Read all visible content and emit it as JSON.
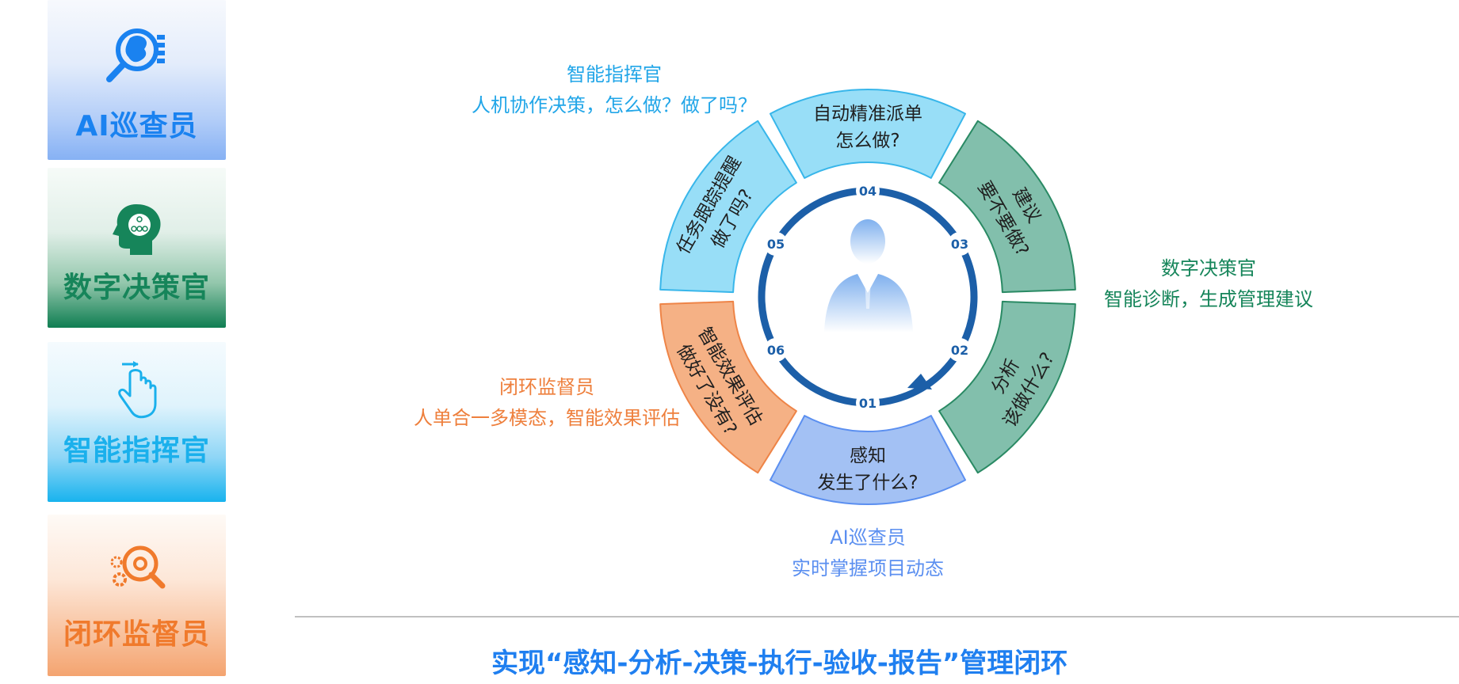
{
  "cards": {
    "ai": {
      "title": "AI巡查员",
      "color": "#1a82f0"
    },
    "decision": {
      "title": "数字决策官",
      "color": "#16855a"
    },
    "commander": {
      "title": "智能指挥官",
      "color": "#1ab0ec"
    },
    "loop": {
      "title": "闭环监督员",
      "color": "#f07a2c"
    }
  },
  "outer_labels": {
    "commander": {
      "line1": "智能指挥官",
      "line2": "人机协作决策，怎么做？做了吗？"
    },
    "decision": {
      "line1": "数字决策官",
      "line2": "智能诊断，生成管理建议"
    },
    "loop": {
      "line1": "闭环监督员",
      "line2": "人单合一多模态，智能效果评估"
    },
    "ai": {
      "line1": "AI巡查员",
      "line2": "实时掌握项目动态"
    }
  },
  "segments": [
    {
      "num": "01",
      "line1": "感知",
      "line2": "发生了什么?",
      "fill": "#a3c1f4",
      "stroke": "#5b8ff0"
    },
    {
      "num": "02",
      "line1": "分析",
      "line2": "该做什么?",
      "fill": "#82bfac",
      "stroke": "#2a8a64"
    },
    {
      "num": "03",
      "line1": "建议",
      "line2": "要不要做?",
      "fill": "#82bfac",
      "stroke": "#2a8a64"
    },
    {
      "num": "04",
      "line1": "自动精准派单",
      "line2": "怎么做?",
      "fill": "#98def7",
      "stroke": "#38b6ea"
    },
    {
      "num": "05",
      "line1": "任务跟踪提醒",
      "line2": "做了吗?",
      "fill": "#98def7",
      "stroke": "#38b6ea"
    },
    {
      "num": "06",
      "line1": "智能效果评估",
      "line2": "做好了没有?",
      "fill": "#f5b185",
      "stroke": "#ee8447"
    }
  ],
  "colors": {
    "ring_blue": "#1c5fa8",
    "number_text": "#1c5fa8"
  },
  "bottom_title": "实现“感知-分析-决策-执行-验收-报告”管理闭环"
}
